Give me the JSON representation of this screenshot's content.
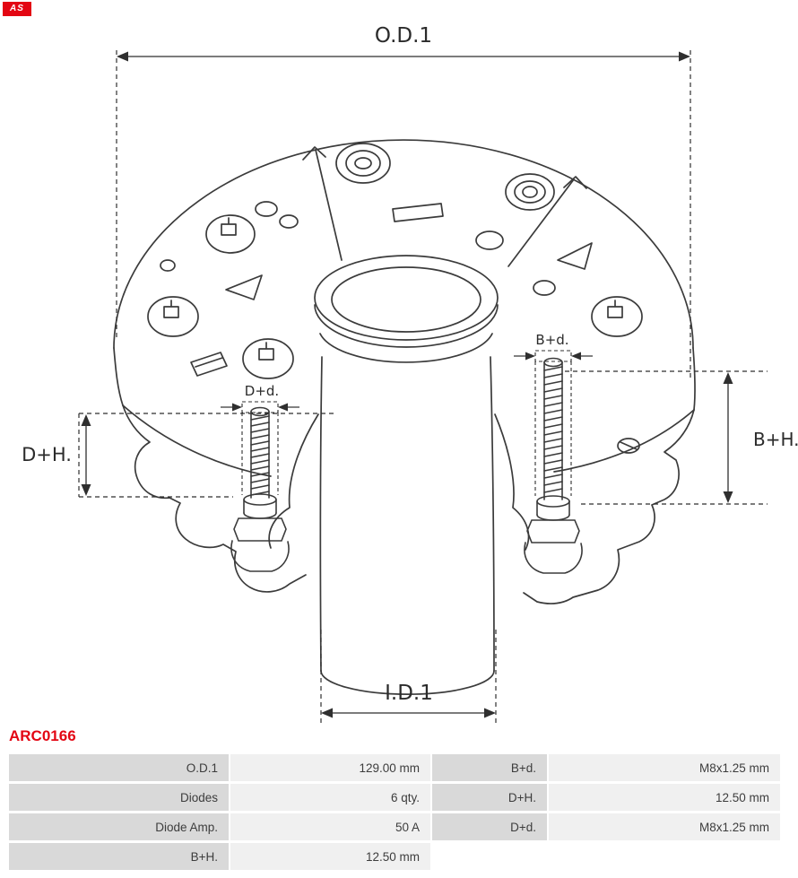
{
  "brand": {
    "logo_text": "AS"
  },
  "part_number": "ARC0166",
  "colors": {
    "accent_red": "#e30613",
    "line": "#3b3b3b",
    "table_label_bg": "#d9d9d9",
    "table_value_bg": "#f0f0f0"
  },
  "diagram": {
    "description": "Isometric technical line drawing of an alternator rectifier bridge with dimension callouts",
    "labels": {
      "od1": "O.D.1",
      "id1": "I.D.1",
      "dh": "D+H.",
      "bh": "B+H.",
      "dd": "D+d.",
      "bd": "B+d."
    }
  },
  "table": {
    "rows": [
      {
        "c0": "O.D.1",
        "c1": "129.00 mm",
        "c2": "B+d.",
        "c3": "M8x1.25 mm"
      },
      {
        "c0": "Diodes",
        "c1": "6 qty.",
        "c2": "D+H.",
        "c3": "12.50 mm"
      },
      {
        "c0": "Diode Amp.",
        "c1": "50 A",
        "c2": "D+d.",
        "c3": "M8x1.25 mm"
      },
      {
        "c0": "B+H.",
        "c1": "12.50 mm",
        "c2": "",
        "c3": ""
      }
    ]
  }
}
